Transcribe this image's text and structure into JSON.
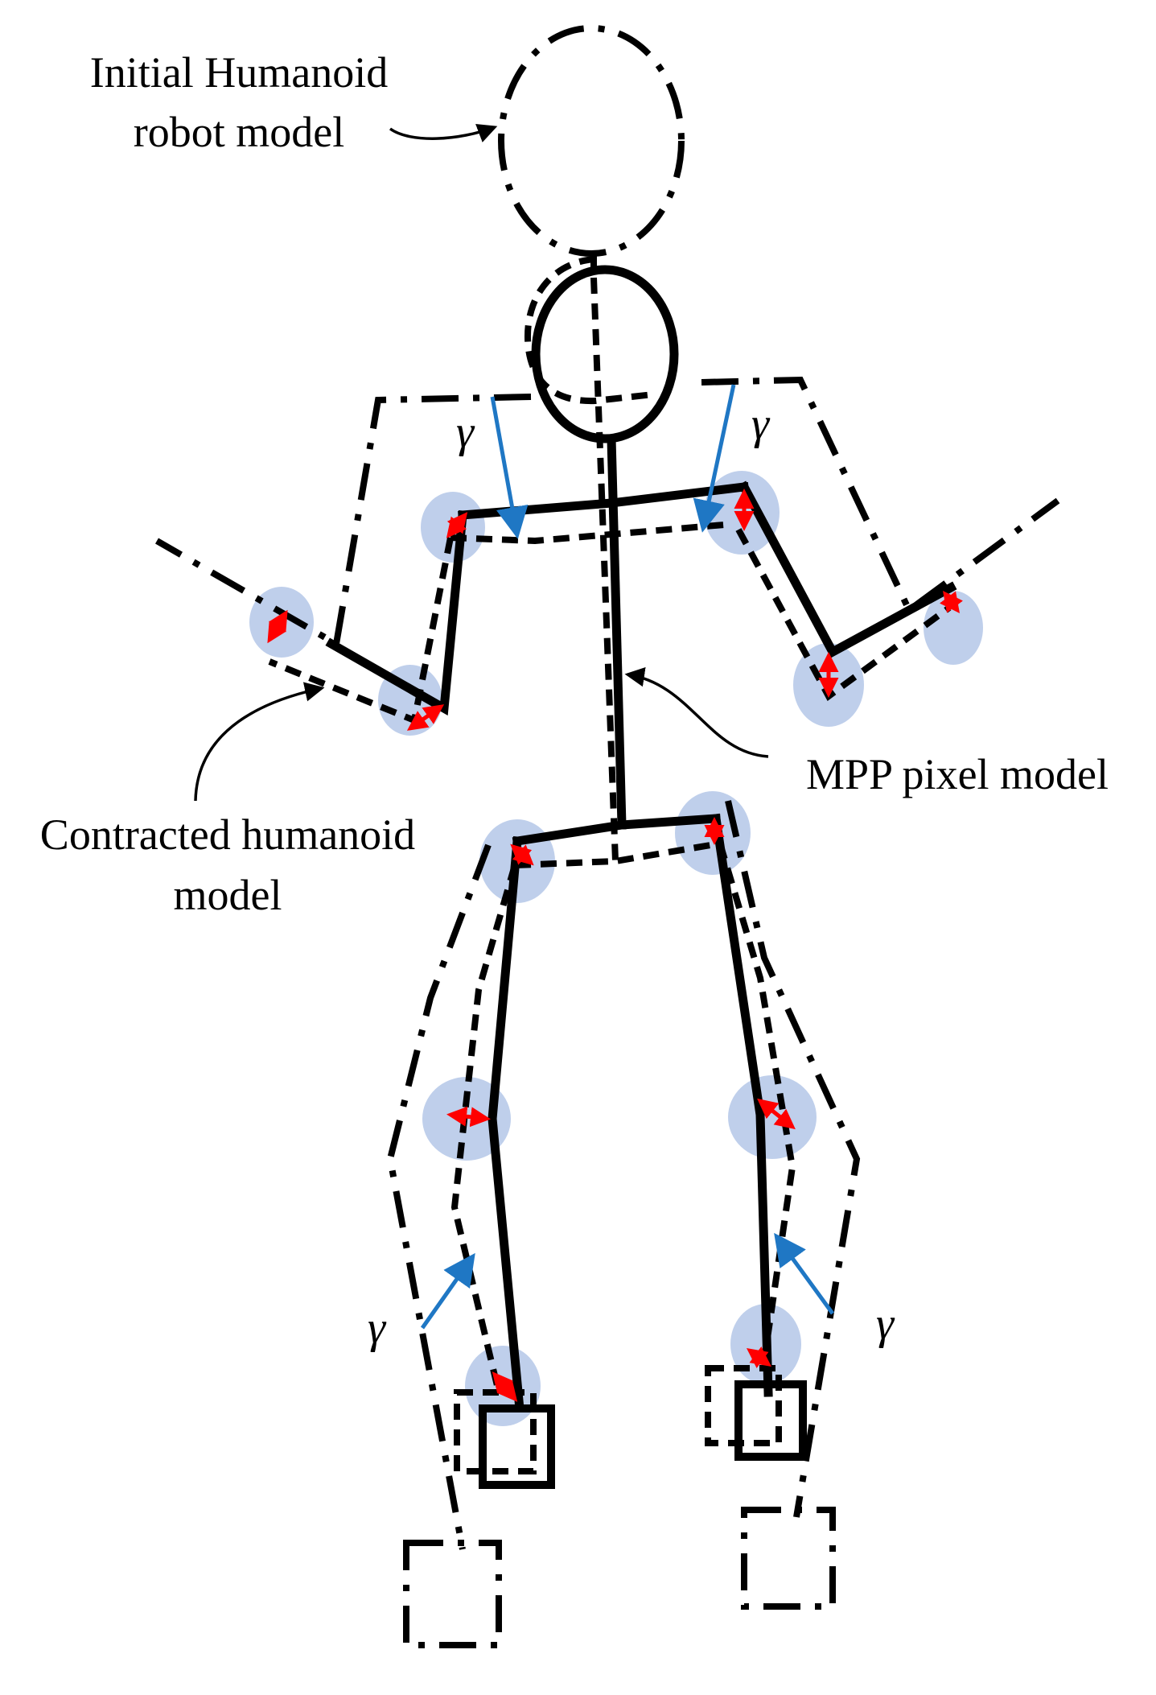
{
  "labels": {
    "initial_line1": "Initial Humanoid",
    "initial_line2": "robot model",
    "contracted_line1": "Contracted humanoid",
    "contracted_line2": "model",
    "mpp": "MPP pixel model",
    "gamma": "γ"
  },
  "colors": {
    "joint_fill": "#b4c7e7",
    "red_arrow": "#ff0000",
    "blue_arrow": "#1f77c4",
    "line": "#000000"
  },
  "line_styles": {
    "initial_model": "dash-dot",
    "contracted_model": "dashed",
    "mpp_pixel_model": "solid"
  }
}
